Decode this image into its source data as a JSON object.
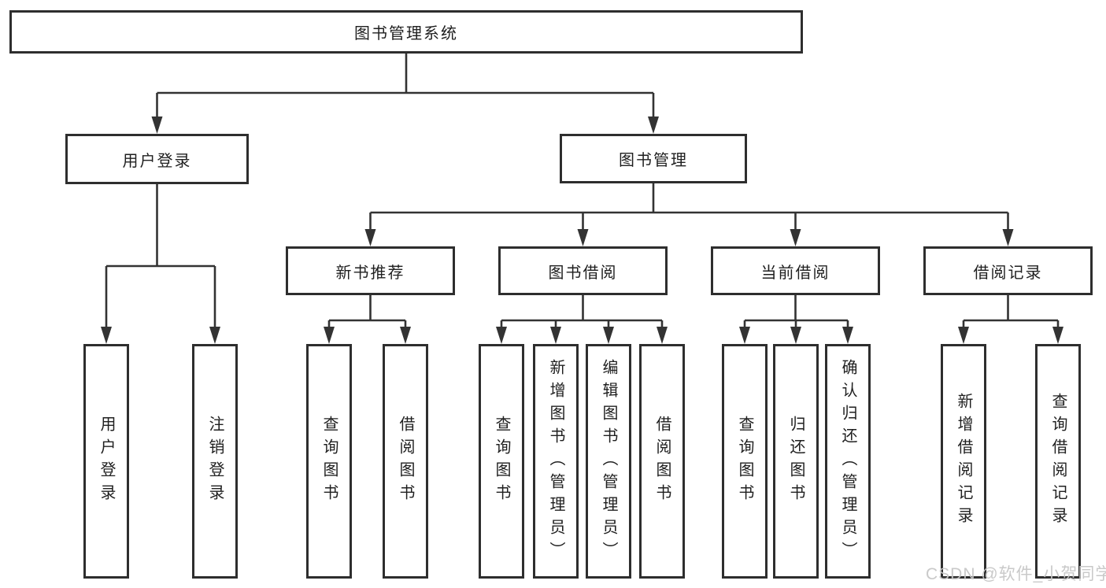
{
  "diagram": {
    "root": {
      "label": "图书管理系统"
    },
    "level2": [
      {
        "label": "用户登录"
      },
      {
        "label": "图书管理"
      }
    ],
    "level3": [
      {
        "label": "新书推荐",
        "parent": "图书管理"
      },
      {
        "label": "图书借阅",
        "parent": "图书管理"
      },
      {
        "label": "当前借阅",
        "parent": "图书管理"
      },
      {
        "label": "借阅记录",
        "parent": "图书管理"
      }
    ],
    "leaves": [
      {
        "label": "用户登录",
        "parent": "用户登录"
      },
      {
        "label": "注销登录",
        "parent": "用户登录"
      },
      {
        "label": "查询图书",
        "parent": "新书推荐"
      },
      {
        "label": "借阅图书",
        "parent": "新书推荐"
      },
      {
        "label": "查询图书",
        "parent": "图书借阅"
      },
      {
        "label": "新增图书（管理员）",
        "parent": "图书借阅"
      },
      {
        "label": "编辑图书（管理员）",
        "parent": "图书借阅"
      },
      {
        "label": "借阅图书",
        "parent": "图书借阅"
      },
      {
        "label": "查询图书",
        "parent": "当前借阅"
      },
      {
        "label": "归还图书",
        "parent": "当前借阅"
      },
      {
        "label": "确认归还（管理员）",
        "parent": "当前借阅"
      },
      {
        "label": "新增借阅记录",
        "parent": "借阅记录"
      },
      {
        "label": "查询借阅记录",
        "parent": "借阅记录"
      }
    ]
  },
  "watermark": {
    "text": "CSDN @软件_小贺同学"
  },
  "colors": {
    "line": "#333333",
    "box_border": "#2e2e2e",
    "text": "#1f1f1f",
    "background": "#ffffff",
    "watermark": "#c6c6c6"
  }
}
